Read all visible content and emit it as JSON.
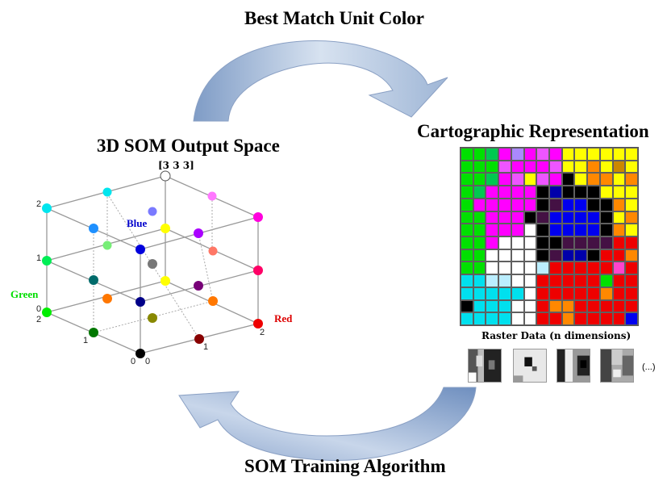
{
  "titles": {
    "top": "Best Match Unit Color",
    "cartographic": "Cartographic Representation",
    "som_space": "3D SOM Output Space",
    "bottom": "SOM Training Algorithm"
  },
  "cube": {
    "corner_label": "[3 3 3]",
    "axis_labels": {
      "blue": "Blue",
      "green": "Green",
      "red": "Red"
    },
    "ticks": [
      "2",
      "1",
      "0",
      "2",
      "1",
      "0",
      "0",
      "1",
      "2"
    ]
  },
  "raster": {
    "label": "Raster Data (n dimensions)",
    "ellipsis": "(...)"
  },
  "colors": {
    "arrow": "#8fa9cf",
    "red": "#dd0000",
    "green": "#00dd00",
    "blue": "#0000cc"
  }
}
